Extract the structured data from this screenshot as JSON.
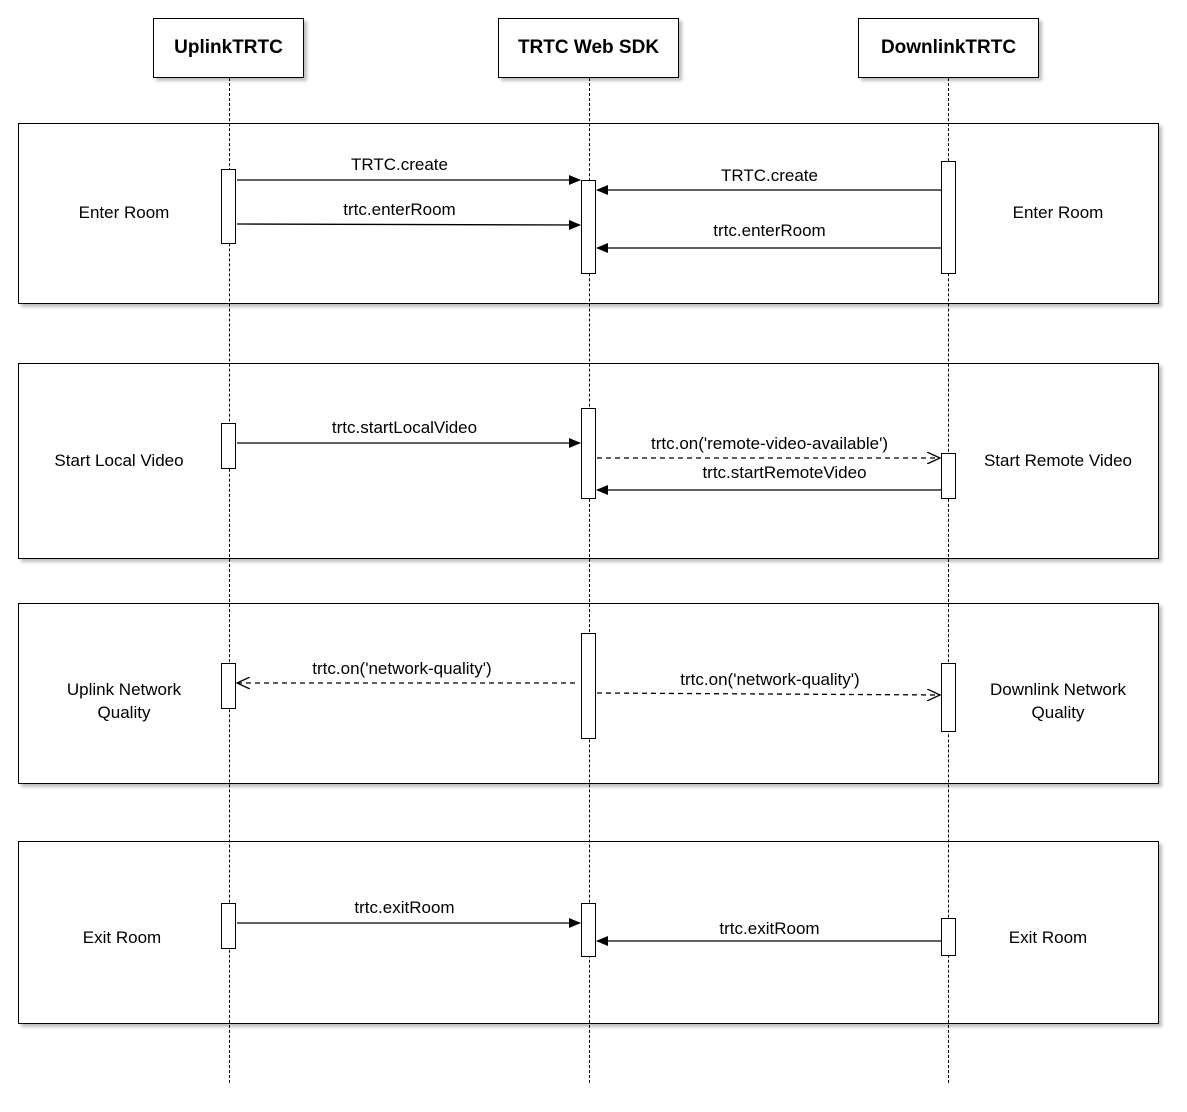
{
  "participants": {
    "uplink": "UplinkTRTC",
    "sdk": "TRTC Web SDK",
    "downlink": "DownlinkTRTC"
  },
  "sections": [
    {
      "left_label": "Enter Room",
      "right_label": "Enter Room",
      "messages": [
        "TRTC.create",
        "trtc.enterRoom",
        "TRTC.create",
        "trtc.enterRoom"
      ]
    },
    {
      "left_label": "Start Local Video",
      "right_label": "Start Remote Video",
      "messages": [
        "trtc.startLocalVideo",
        "trtc.on('remote-video-available')",
        "trtc.startRemoteVideo"
      ]
    },
    {
      "left_label": "Uplink Network Quality",
      "right_label": "Downlink Network Quality",
      "messages": [
        "trtc.on('network-quality')",
        "trtc.on('network-quality')"
      ]
    },
    {
      "left_label": "Exit Room",
      "right_label": "Exit Room",
      "messages": [
        "trtc.exitRoom",
        "trtc.exitRoom"
      ]
    }
  ]
}
